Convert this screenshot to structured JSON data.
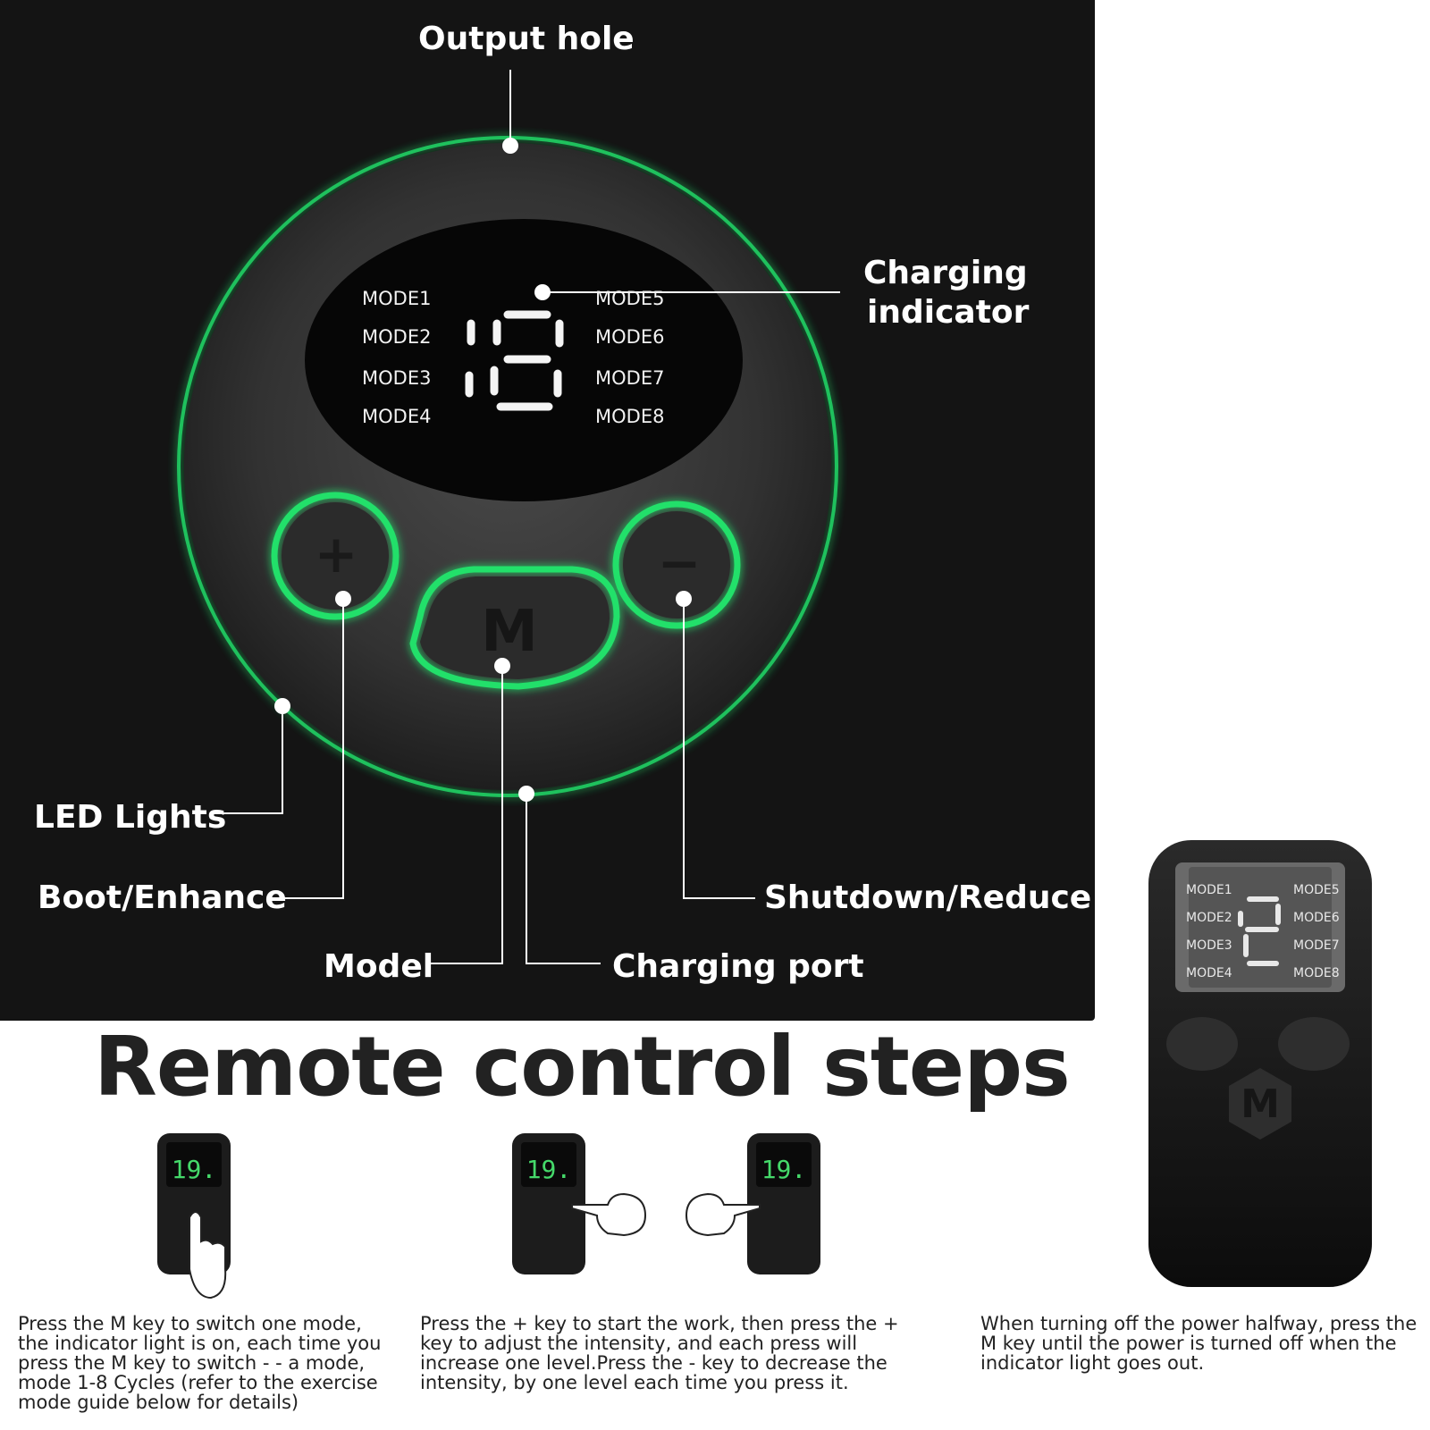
{
  "callouts": {
    "output_hole": "Output hole",
    "charging_indicator_line1": "Charging",
    "charging_indicator_line2": "indicator",
    "led_lights": "LED Lights",
    "boot_enhance": "Boot/Enhance",
    "shutdown_reduce": "Shutdown/Reduce",
    "model": "Model",
    "charging_port": "Charging port"
  },
  "device": {
    "modes_left": [
      "MODE1",
      "MODE2",
      "MODE3",
      "MODE4"
    ],
    "modes_right": [
      "MODE5",
      "MODE6",
      "MODE7",
      "MODE8"
    ],
    "plus_key": "+",
    "minus_key": "−",
    "m_key": "M",
    "glow_color": "#22e06a"
  },
  "steps": {
    "title": "Remote control steps",
    "remote_display": "19.",
    "step1": "Press the M key to switch one mode, the indicator light is on, each time you press the M key to switch - - a mode, mode 1-8 Cycles (refer to the exercise mode guide below for details)",
    "step2": "Press the + key to start the work, then press the + key to adjust the intensity, and each press will increase one level.Press the - key to decrease the intensity, by one level each time you press it.",
    "step3": "When turning off the power halfway, press the M key until the power is turned off when the indicator light goes out."
  },
  "remote_large": {
    "modes_left": [
      "MODE1",
      "MODE2",
      "MODE3",
      "MODE4"
    ],
    "modes_right": [
      "MODE5",
      "MODE6",
      "MODE7",
      "MODE8"
    ],
    "m_key": "M"
  }
}
